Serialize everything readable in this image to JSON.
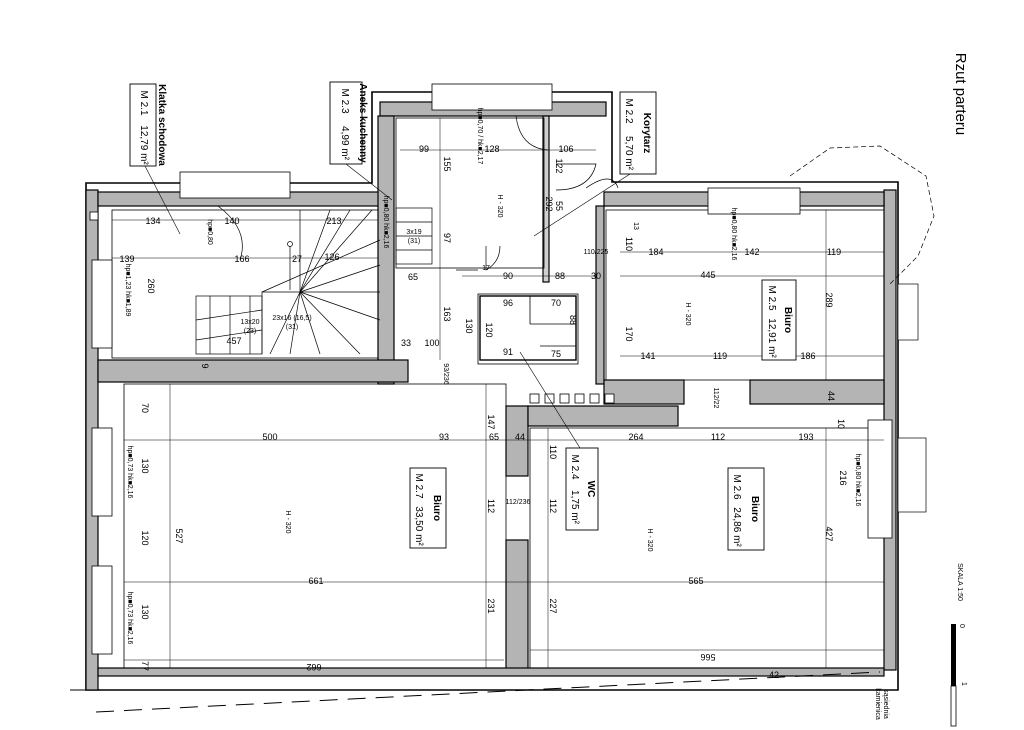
{
  "sheet": {
    "title": "Rzut parteru",
    "scale_label": "SKALA 1:50",
    "scale_ticks": [
      "0",
      "1"
    ],
    "neighbor_label_line1": "sąsiednia",
    "neighbor_label_line2": "kamienica"
  },
  "rooms": [
    {
      "id": "M 2.1",
      "name": "Klatka schodowa",
      "area": "12,79 m²"
    },
    {
      "id": "M 2.3",
      "name": "Aneks kuchenny",
      "area": "4,99 m²"
    },
    {
      "id": "M 2.2",
      "name": "Korytarz",
      "area": "5,70 m²"
    },
    {
      "id": "M 2.5",
      "name": "Biuro",
      "area": "12,91 m²"
    },
    {
      "id": "M 2.7",
      "name": "Biuro",
      "area": "33,50 m²"
    },
    {
      "id": "M 2.4",
      "name": "WC",
      "area": "1,75 m²"
    },
    {
      "id": "M 2.6",
      "name": "Biuro",
      "area": "24,86 m²"
    }
  ],
  "height_label": "H - 320",
  "dims": {
    "d134": "134",
    "d140": "140",
    "d213": "213",
    "d139": "139",
    "d166": "166",
    "d27": "27",
    "d126": "126",
    "d260": "260",
    "d457": "457",
    "d9": "9",
    "d99": "99",
    "d128": "128",
    "d106": "106",
    "d155": "155",
    "d97": "97",
    "d163": "163",
    "d65": "65",
    "d33": "33",
    "d100": "100",
    "d90": "90",
    "d88": "88",
    "d30": "30",
    "d445": "445",
    "d96": "96",
    "d70": "70",
    "d120": "120",
    "d130": "130",
    "d91": "91",
    "d75": "75",
    "d184": "184",
    "d142": "142",
    "d119": "119",
    "d141": "141",
    "d119b": "119",
    "d186": "186",
    "d289": "289",
    "d170": "170",
    "d110": "110",
    "d110_225": "110/225",
    "d500": "500",
    "d93": "93",
    "d65b": "65",
    "d44": "44",
    "d264": "264",
    "d112": "112",
    "d193": "193",
    "d147": "147",
    "d110b": "110",
    "d112_236": "112/236",
    "d661": "661",
    "d565": "565",
    "d662": "662",
    "d566": "566",
    "d231": "231",
    "d227": "227",
    "d527": "527",
    "d427": "427",
    "d216": "216",
    "d70b": "70",
    "d130b": "130",
    "d120b": "120",
    "d130c": "130",
    "d77": "77",
    "d42": "42",
    "d112_22": "112/22",
    "d44b": "44",
    "d122": "122",
    "d292": "292",
    "d55": "55",
    "d17": "17",
    "d13": "13",
    "d110c": "110",
    "d3x19": "3x19",
    "d31": "(31)",
    "d13x20": "13x20",
    "d23": "(23)",
    "d23x16": "23x16 (16,5)",
    "d31b": "(31)",
    "d93_236": "93/236",
    "d10": "10"
  },
  "window_labels": {
    "w1": "hp■0,80",
    "w2": "hp■0,70 / hk■2,17",
    "w3": "hp■1,23 hk■1,89",
    "w4": "hp■0,80 hk■2,16",
    "w5": "hp■0,73 hk■2,16",
    "w6": "hp■0,73 hk■2,16",
    "w7": "hp■0,80 hk■2,16",
    "w8": "hp■0,80 hk■2,16"
  }
}
